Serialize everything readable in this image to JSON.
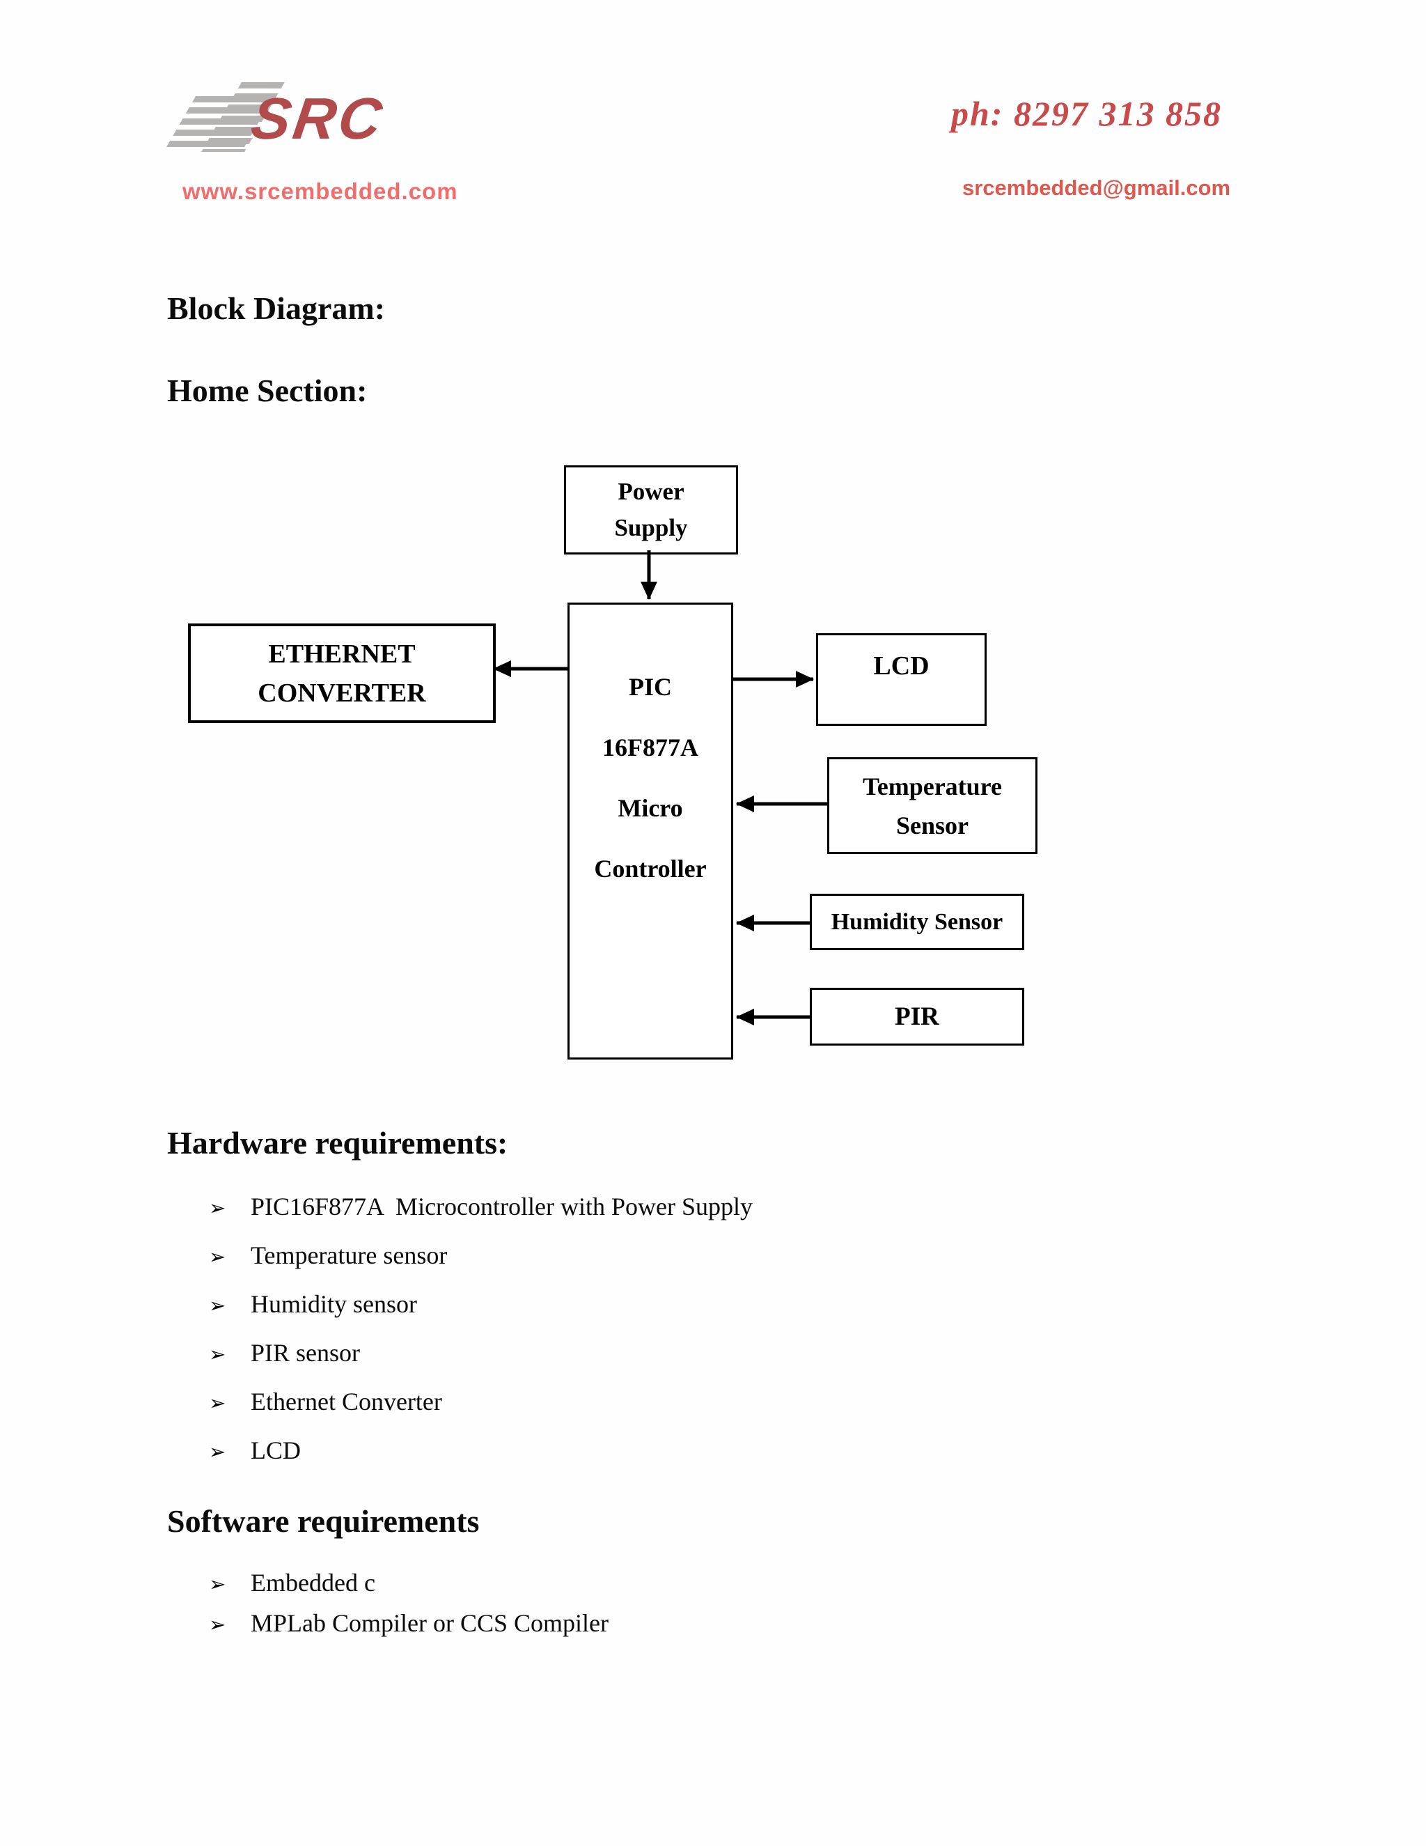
{
  "header": {
    "logo_text": "SRC",
    "website": "www.srcembedded.com",
    "phone": "ph: 8297 313 858",
    "email": "srcembedded@gmail.com"
  },
  "headings": {
    "block_diagram": "Block Diagram:",
    "home_section": "Home Section:",
    "hardware": "Hardware requirements:",
    "software": "Software requirements"
  },
  "diagram": {
    "boxes": {
      "power_supply": [
        "Power",
        "Supply"
      ],
      "pic": [
        "PIC",
        "16F877A",
        "Micro",
        "Controller"
      ],
      "ethernet": [
        "ETHERNET",
        "CONVERTER"
      ],
      "lcd": [
        "LCD"
      ],
      "temperature": [
        "Temperature",
        "Sensor"
      ],
      "humidity": [
        "Humidity Sensor"
      ],
      "pir": [
        "PIR"
      ]
    },
    "connections": [
      {
        "from": "Power Supply",
        "to": "PIC 16F877A Micro Controller"
      },
      {
        "from": "PIC 16F877A Micro Controller",
        "to": "ETHERNET CONVERTER"
      },
      {
        "from": "PIC 16F877A Micro Controller",
        "to": "LCD"
      },
      {
        "from": "Temperature Sensor",
        "to": "PIC 16F877A Micro Controller"
      },
      {
        "from": "Humidity Sensor",
        "to": "PIC 16F877A Micro Controller"
      },
      {
        "from": "PIR",
        "to": "PIC 16F877A Micro Controller"
      }
    ]
  },
  "hardware": {
    "bullet": "➢",
    "items": [
      "PIC16F877A  Microcontroller with Power Supply",
      "Temperature sensor",
      "Humidity sensor",
      "PIR sensor",
      "Ethernet Converter",
      "LCD"
    ]
  },
  "software": {
    "bullet": "➢",
    "items": [
      "Embedded c",
      "MPLab Compiler or CCS Compiler"
    ]
  },
  "colors": {
    "logo_red": "#b14b4b",
    "logo_bars_gray": "#b5b2b2",
    "website_pink": "#f06d6d",
    "phone_red": "#c84a4a",
    "email_red": "#dc5950",
    "diagram_line": "#000000",
    "text": "#0b0b0b"
  }
}
